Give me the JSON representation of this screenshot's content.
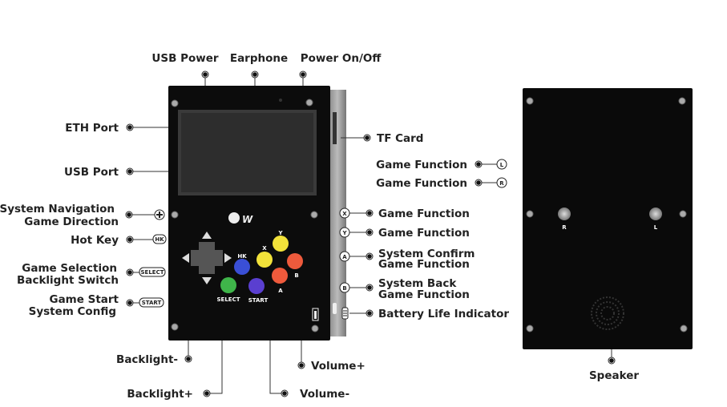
{
  "labels": {
    "usb_power": "USB Power",
    "earphone": "Earphone",
    "power": "Power On/Off",
    "eth_port": "ETH Port",
    "usb_port": "USB Port",
    "nav_1": "System Navigation",
    "nav_2": "Game Direction",
    "hot_key": "Hot Key",
    "select_1": "Game Selection",
    "select_2": "Backlight Switch",
    "start_1": "Game Start",
    "start_2": "System Config",
    "backlight_minus": "Backlight-",
    "backlight_plus": "Backlight+",
    "volume_plus": "Volume+",
    "volume_minus": "Volume-",
    "tf_card": "TF Card",
    "game_fn_l": "Game Function",
    "game_fn_r": "Game Function",
    "game_fn_x": "Game Function",
    "game_fn_y": "Game Function",
    "a_1": "System Confirm",
    "a_2": "Game Function",
    "b_1": "System Back",
    "b_2": "Game Function",
    "battery": "Battery Life Indicator",
    "speaker": "Speaker"
  },
  "badges": {
    "hk": "HK",
    "select": "SELECT",
    "start": "START",
    "l": "L",
    "r": "R",
    "x": "X",
    "y": "Y",
    "a": "A",
    "b": "B"
  },
  "device": {
    "btn_hk": "HK",
    "btn_x": "X",
    "btn_y": "Y",
    "btn_a": "A",
    "btn_b": "B",
    "btn_select": "SELECT",
    "btn_start": "START",
    "back_r": "R",
    "back_l": "L"
  },
  "colors": {
    "yellow": "#f2e23a",
    "red": "#ee5a3c",
    "blue": "#3a4fd6",
    "green": "#3fb54a",
    "purple": "#5a3fd0"
  }
}
